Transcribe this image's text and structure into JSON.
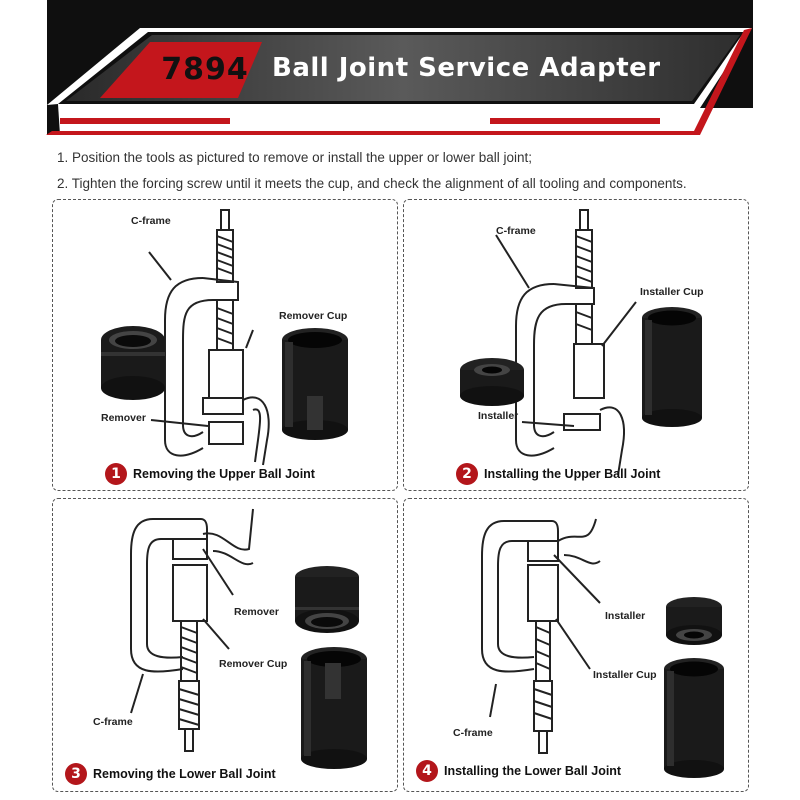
{
  "header": {
    "model_number": "7894",
    "title": "Ball Joint Service Adapter",
    "subtitle": "EASY INSTALLATION",
    "colors": {
      "black": "#0f0f0f",
      "red": "#c4161c",
      "gray": "#4a4a4a"
    }
  },
  "instructions": [
    "1. Position the tools as pictured to remove or install the upper or lower ball joint;",
    "2. Tighten the forcing screw until it meets the cup, and check the alignment of all tooling and components."
  ],
  "panels": [
    {
      "number": "1",
      "caption": "Removing the Upper Ball Joint",
      "labels": {
        "c_frame": "C-frame",
        "cup": "Remover Cup",
        "adapter": "Remover"
      }
    },
    {
      "number": "2",
      "caption": "Installing the Upper Ball Joint",
      "labels": {
        "c_frame": "C-frame",
        "cup": "Installer Cup",
        "adapter": "Installer"
      }
    },
    {
      "number": "3",
      "caption": "Removing the Lower Ball Joint",
      "labels": {
        "c_frame": "C-frame",
        "cup": "Remover Cup",
        "adapter": "Remover"
      }
    },
    {
      "number": "4",
      "caption": "Installing the Lower Ball Joint",
      "labels": {
        "c_frame": "C-frame",
        "cup": "Installer Cup",
        "adapter": "Installer"
      }
    }
  ]
}
